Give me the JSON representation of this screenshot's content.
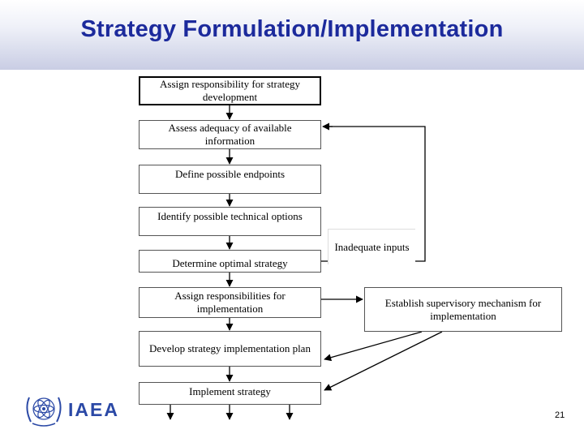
{
  "slide": {
    "title": "Strategy Formulation/Implementation",
    "page_number": "21"
  },
  "logo": {
    "text": "IAEA",
    "icon": "iaea-atom-olive-emblem"
  },
  "steps": [
    "Assign responsibility for strategy development",
    "Assess adequacy of available information",
    "Define possible endpoints",
    "Identify possible technical options",
    "Determine optimal strategy",
    "Assign responsibilities for implementation",
    "Develop strategy implementation plan",
    "Implement strategy"
  ],
  "feedback_label": "Inadequate inputs",
  "supervisory_box": "Establish supervisory mechanism for implementation",
  "colors": {
    "title": "#1c2a9c",
    "header_gradient_bottom": "#c9cde4",
    "logo": "#2b49a6",
    "lines": "#000000"
  }
}
